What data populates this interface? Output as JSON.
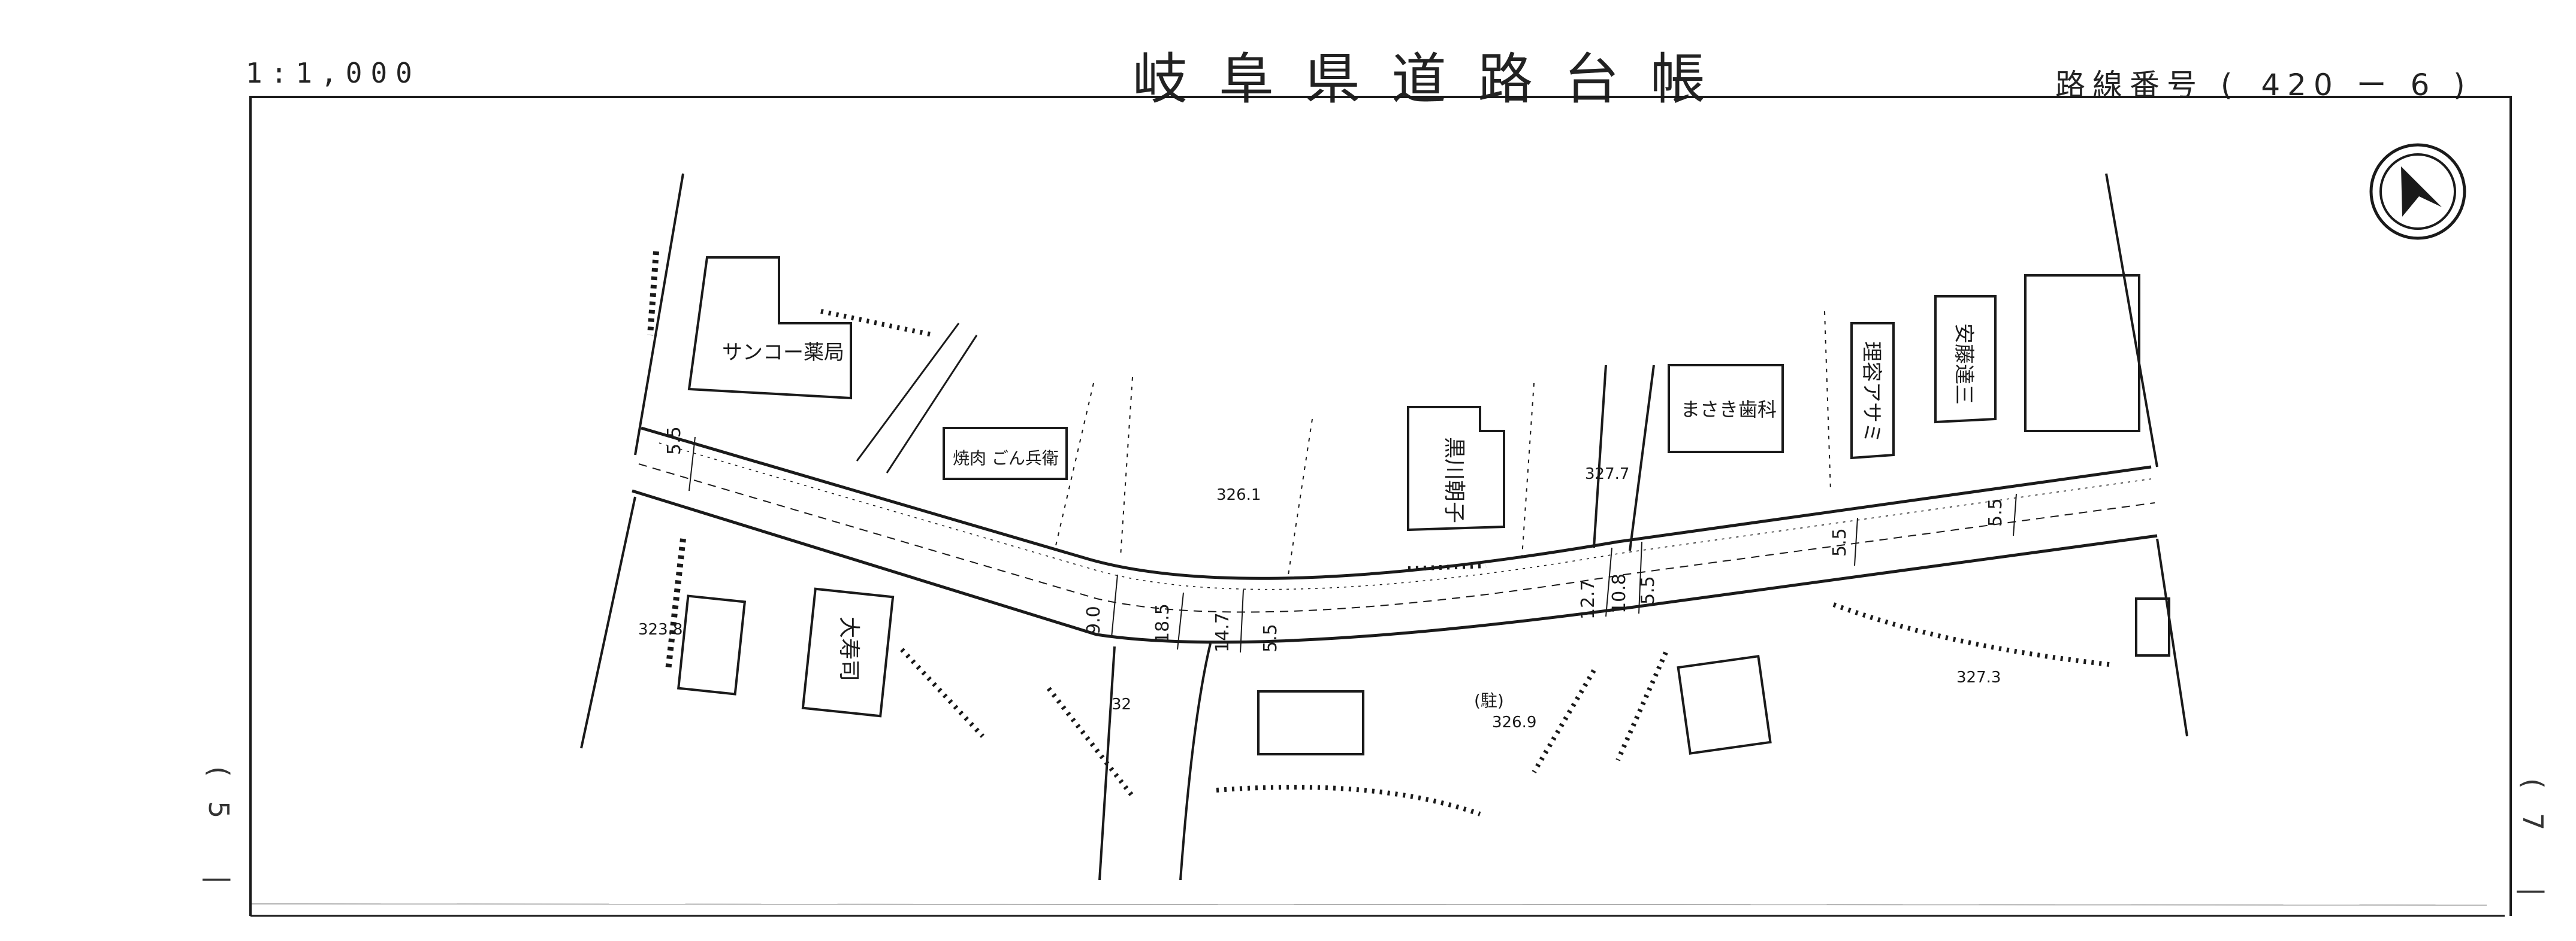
{
  "header": {
    "scale": "1:1,000",
    "title": "岐阜県道路台帳",
    "route_label": "路線番号",
    "route_open": "(",
    "route_number": "420",
    "route_dash": "ー",
    "route_section": "6",
    "route_close": ")"
  },
  "margin": {
    "prev_page": "(5 |",
    "next_page": "(7 |"
  },
  "map": {
    "compass": "north-arrow-icon",
    "buildings": {
      "sanko": "サンコー薬局",
      "yakiniku": "焼肉 ごん兵衛",
      "daijusushi": "大寿司",
      "kurokawa": "黒川朝子",
      "masaki": "まさき歯科",
      "riyou": "理容アサミ",
      "ando": "安藤達三",
      "parking": "(駐)"
    },
    "elevations": {
      "e1": "326.1",
      "e2": "327.7",
      "e3": "323.8",
      "e4": "326.9",
      "e5": "327.3",
      "e6": "32"
    },
    "widths": {
      "w1": "5.5",
      "w2": "9.0",
      "w3": "18.5",
      "w4": "14.7",
      "w5": "5.5",
      "w6": "12.7",
      "w7": "10.8",
      "w8": "5.5",
      "w9": "5.5",
      "w10": "5.5"
    }
  },
  "colors": {
    "ink": "#1a1a1a",
    "paper": "#ffffff"
  }
}
